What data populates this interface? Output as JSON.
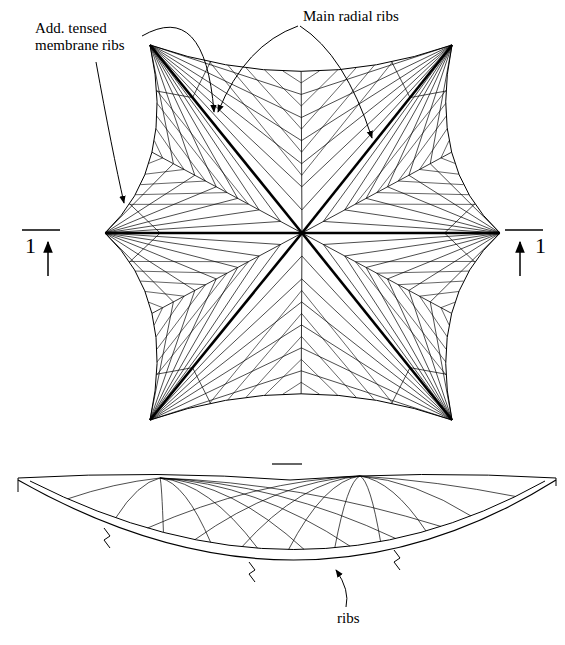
{
  "diagram": {
    "labels": [
      "Add. tensed membrane ribs",
      "Main radial ribs",
      "1",
      "1",
      "ribs"
    ]
  }
}
